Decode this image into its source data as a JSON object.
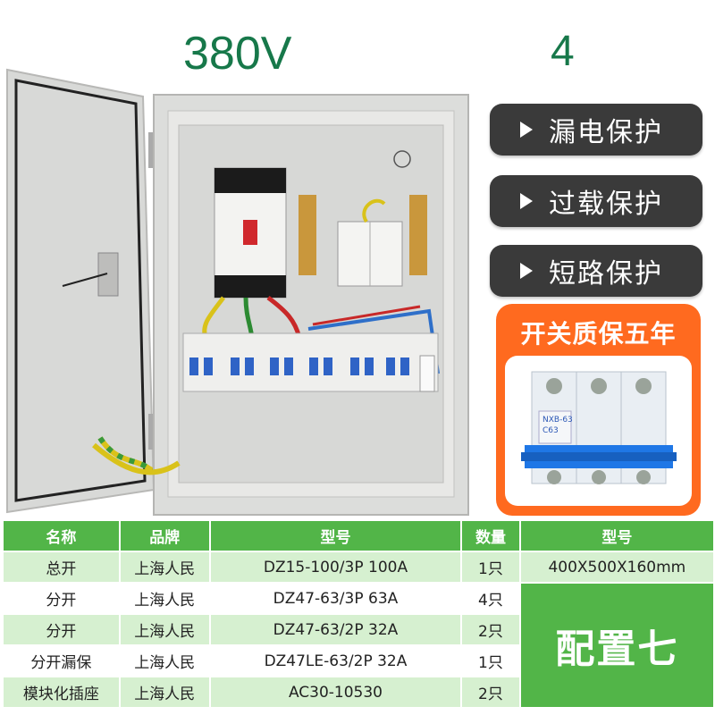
{
  "header": {
    "voltage": "380V",
    "number": "4"
  },
  "features": [
    {
      "label": "漏电保护",
      "icon": "play-triangle-icon"
    },
    {
      "label": "过载保护",
      "icon": "play-triangle-icon"
    },
    {
      "label": "短路保护",
      "icon": "play-triangle-icon"
    }
  ],
  "warranty": {
    "title": "开关质保五年",
    "breaker_label": "NXB-63",
    "breaker_rating": "C63"
  },
  "table": {
    "headers": [
      "名称",
      "品牌",
      "型号",
      "数量",
      "型号"
    ],
    "rows": [
      {
        "name": "总开",
        "brand": "上海人民",
        "model": "DZ15-100/3P 100A",
        "qty": "1只"
      },
      {
        "name": "分开",
        "brand": "上海人民",
        "model": "DZ47-63/3P 63A",
        "qty": "4只"
      },
      {
        "name": "分开",
        "brand": "上海人民",
        "model": "DZ47-63/2P 32A",
        "qty": "2只"
      },
      {
        "name": "分开漏保",
        "brand": "上海人民",
        "model": "DZ47LE-63/2P 32A",
        "qty": "1只"
      },
      {
        "name": "模块化插座",
        "brand": "上海人民",
        "model": "AC30-10530",
        "qty": "2只"
      }
    ],
    "dimensions": "400X500X160mm",
    "config_label": "配置七"
  },
  "colors": {
    "accent_green": "#52b548",
    "title_green": "#17784a",
    "pill_bg": "#3a3a3a",
    "warranty_orange": "#ff6a1f"
  }
}
